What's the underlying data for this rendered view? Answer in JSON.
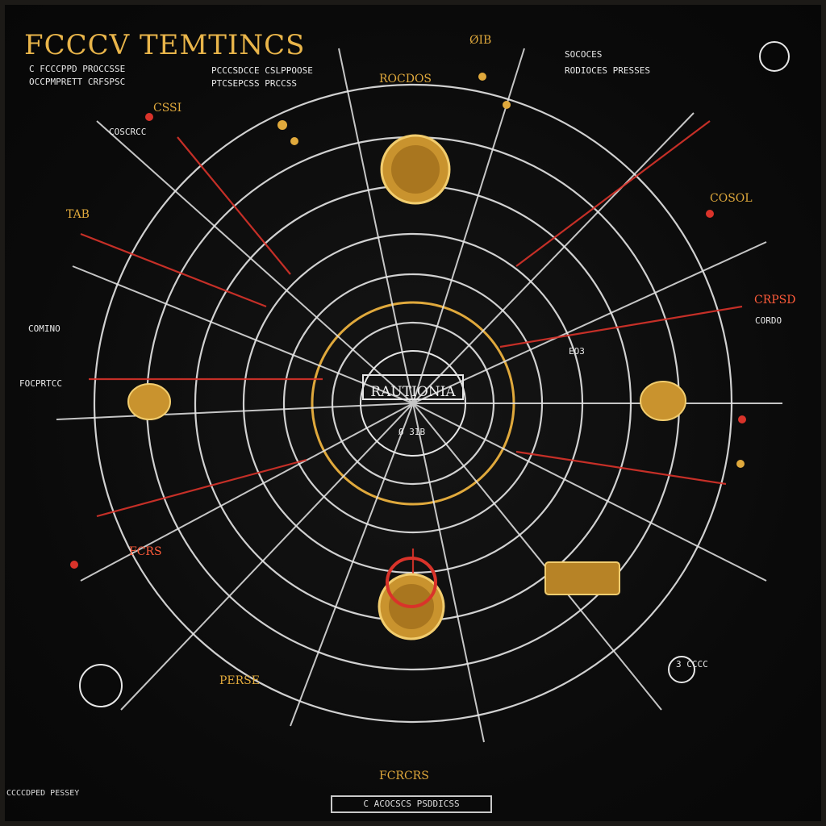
{
  "title": "FCCCV TEMTINCS",
  "center": {
    "title": "RAUTIONIA",
    "sub": "Ø 3IB"
  },
  "labels": {
    "top_left_a": "C FCCCPPD PROCCSSE",
    "top_left_b": "OCCPMPRETT CRFSPSC",
    "top_mid_a": "PCCCSDCCE CSLPPOOSE",
    "top_mid_b": "PTCSEPCSS PRCCSS",
    "top_gold": "ROCDOS",
    "top_ar": "ØIB",
    "top_right_a": "SOCOCES",
    "top_right_b": "RODIOCES PRESSES",
    "gold_upper": "CSSI",
    "left_a": "COSCRCC",
    "left_gold": "TAB",
    "left_b": "FOCPRTCC",
    "right_gold": "COSOL",
    "right_red": "CRPSD",
    "right_c": "EO3",
    "bottom_red": "FCRS",
    "bottom_gold": "FCRCRS",
    "bottom_gold2": "PERSE",
    "bottom_right": "3 CCCC",
    "mid_left": "COMINO",
    "mid_right": "CORDO",
    "footer": "C ACOCSCS PSDDICSS",
    "corner": "CCCCDPED PESSEY"
  },
  "colors": {
    "gold": "#e0a93c",
    "red": "#d9332a",
    "white": "#e6e6e6",
    "bg": "#0b0b0b"
  }
}
